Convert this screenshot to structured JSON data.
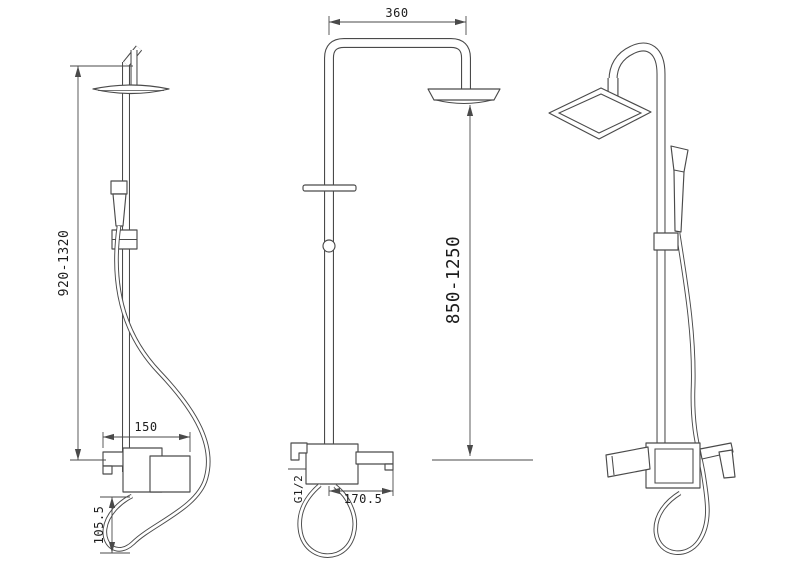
{
  "colors": {
    "line": "#4a4a4a",
    "background": "#ffffff",
    "text": "#1c1c1c"
  },
  "views": {
    "side": {
      "dims": {
        "overall_height": "920-1320",
        "body_depth": "150",
        "spout_drop": "105.5"
      }
    },
    "front": {
      "dims": {
        "arm_reach": "360",
        "riser_height": "850-1250",
        "inlet_thread": "G1/2",
        "spout_reach": "170.5"
      }
    }
  }
}
